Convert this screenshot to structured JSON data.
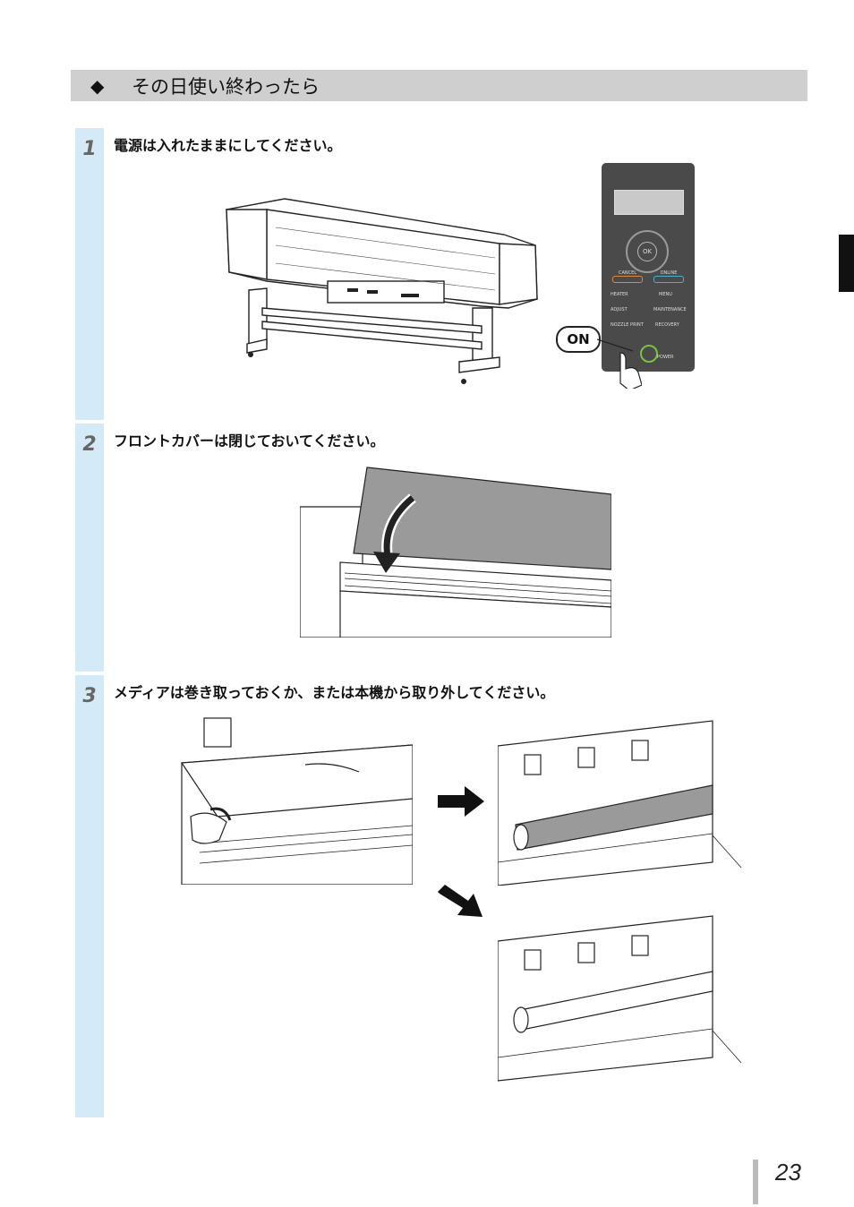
{
  "section": {
    "marker": "◆",
    "title": "その日使い終わったら"
  },
  "steps": [
    {
      "number": "1",
      "text": "電源は入れたままにしてください。"
    },
    {
      "number": "2",
      "text": "フロントカバーは閉じておいてください。"
    },
    {
      "number": "3",
      "text": "メディアは巻き取っておくか、または本機から取り外してください。"
    }
  ],
  "panel": {
    "on_label": "ON",
    "ok_label": "OK",
    "cancel_label": "CANCEL",
    "online_label": "ONLINE",
    "heater_label": "HEATER",
    "menu_label": "MENU",
    "adjust_label": "ADJUST",
    "maintenance_label": "MAINTENANCE",
    "nozzle_label": "NOZZLE PRINT",
    "recovery_label": "RECOVERY",
    "power_label": "POWER"
  },
  "page_number": "23",
  "colors": {
    "step_band": "#d4ebf7",
    "section_bar": "#cfcfcf",
    "panel_body": "#4a4a4a",
    "cover_gray": "#9a9a9a"
  }
}
